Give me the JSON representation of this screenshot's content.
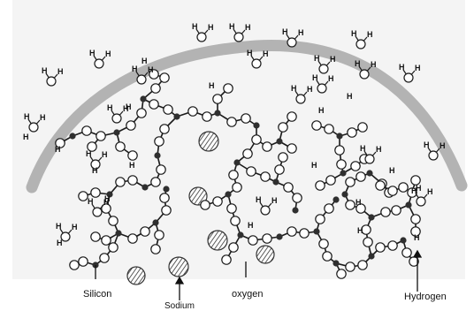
{
  "labels": {
    "silicon": "Silicon",
    "sodium": "Sodium",
    "oxygen": "oxygen",
    "hydrogen": "Hydrogen"
  },
  "atom_symbol": "H",
  "colors": {
    "background_panel": "#f3f3f3",
    "membrane_band": "#b3b3b3",
    "bond": "#1a1a1a",
    "silicon_atom": "#2f2f2f",
    "oxygen_atom": "#ffffff",
    "sodium_hatch": "#333333"
  }
}
